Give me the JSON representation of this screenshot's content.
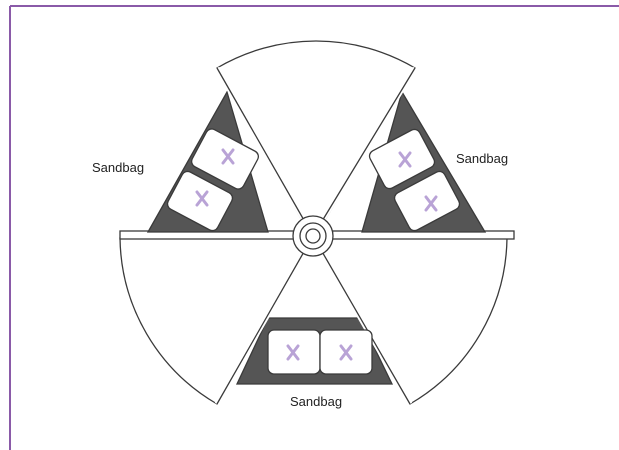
{
  "diagram": {
    "labels": {
      "sandbag_left": "Sandbag",
      "sandbag_right": "Sandbag",
      "sandbag_bottom": "Sandbag"
    },
    "colors": {
      "frame_border": "#8a5aa8",
      "outline": "#3a3a3a",
      "wedge_fill": "#555555",
      "bag_fill": "#ffffff",
      "bag_mark": "#b9a3d6",
      "sector_fill": "#ffffff"
    },
    "icons": {
      "hub": "hub-axle-icon",
      "bag_mark": "x-mark-icon"
    }
  }
}
